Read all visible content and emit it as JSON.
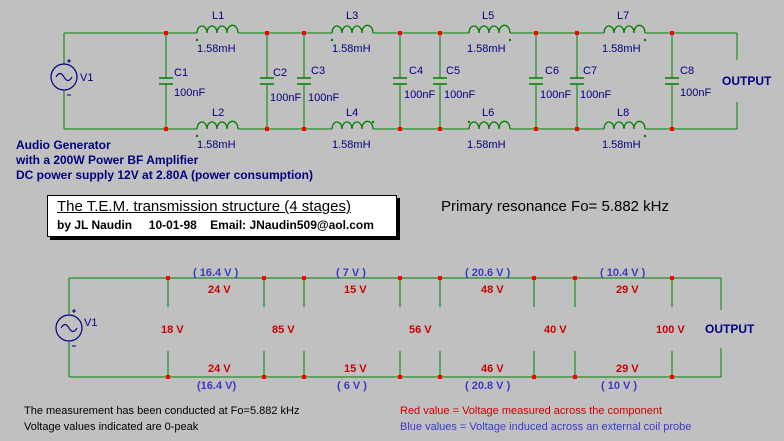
{
  "top_circuit": {
    "source_label": "V1",
    "inductors": [
      {
        "name": "L1",
        "value": "1.58mH"
      },
      {
        "name": "L2",
        "value": "1.58mH"
      },
      {
        "name": "L3",
        "value": "1.58mH"
      },
      {
        "name": "L4",
        "value": "1.58mH"
      },
      {
        "name": "L5",
        "value": "1.58mH"
      },
      {
        "name": "L6",
        "value": "1.58mH"
      },
      {
        "name": "L7",
        "value": "1.58mH"
      },
      {
        "name": "L8",
        "value": "1.58mH"
      }
    ],
    "capacitors": [
      {
        "name": "C1",
        "value": "100nF"
      },
      {
        "name": "C2",
        "value": "100nF"
      },
      {
        "name": "C3",
        "value": "100nF"
      },
      {
        "name": "C4",
        "value": "100nF"
      },
      {
        "name": "C5",
        "value": "100nF"
      },
      {
        "name": "C6",
        "value": "100nF"
      },
      {
        "name": "C7",
        "value": "100nF"
      },
      {
        "name": "C8",
        "value": "100nF"
      }
    ],
    "output_label": "OUTPUT"
  },
  "generator_notes": {
    "line1": "Audio Generator",
    "line2": "with a 200W Power BF Amplifier",
    "line3": "DC power supply 12V at 2.80A  (power consumption)"
  },
  "title_box": {
    "title": "The T.E.M. transmission structure (4 stages)",
    "subtitle": "by JL Naudin     10-01-98    Email: JNaudin509@aol.com"
  },
  "resonance_text": "Primary resonance Fo= 5.882 kHz",
  "bottom_circuit": {
    "source_label": "V1",
    "top_blue": [
      "( 16.4 V )",
      "( 7 V )",
      "( 20.6 V )",
      "( 10.4 V )"
    ],
    "top_red": [
      "24 V",
      "15 V",
      "48 V",
      "29 V"
    ],
    "middle_red": [
      "18 V",
      "85 V",
      "56 V",
      "40 V",
      "100 V"
    ],
    "bottom_red": [
      "24 V",
      "15 V",
      "46 V",
      "29 V"
    ],
    "bottom_blue": [
      "(16.4 V)",
      "( 6 V )",
      "( 20.8 V )",
      "( 10 V )"
    ],
    "output_label": "OUTPUT"
  },
  "notes": {
    "measurement": "The measurement has been conducted at Fo=5.882 kHz",
    "peak": "Voltage values indicated are 0-peak",
    "red_legend": "Red value = Voltage measured across the component",
    "blue_legend": "Blue values = Voltage induced across an external coil probe"
  },
  "colors": {
    "background": "#c0c0c0",
    "wire": "#008000",
    "junction": "#ff0000",
    "source": "#000080",
    "label": "#000080",
    "red_value": "#cc0000",
    "blue_value": "#3a3ac8"
  }
}
